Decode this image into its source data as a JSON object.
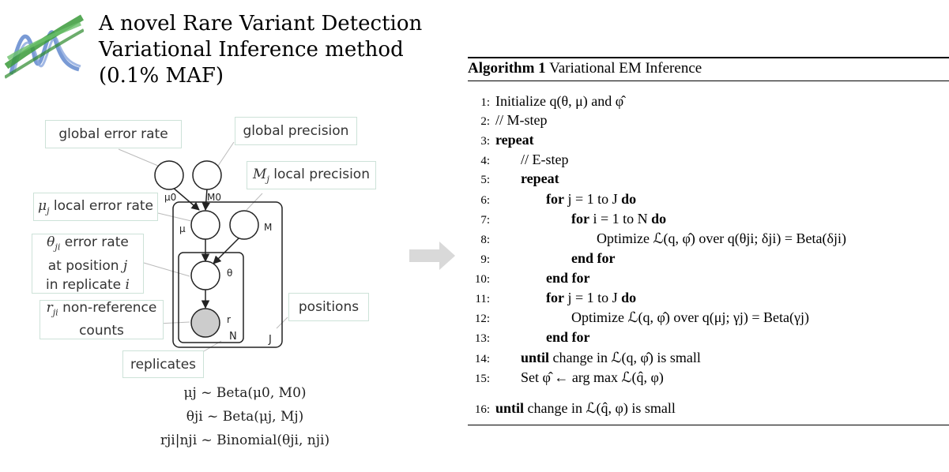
{
  "title": {
    "line1": "A novel Rare Variant Detection",
    "line2": "Variational Inference method",
    "line3": "(0.1% MAF)"
  },
  "callouts": {
    "global_error_rate": "global error rate",
    "global_precision": "global precision",
    "local_precision": "local precision",
    "local_error_rate": "local error rate",
    "error_rate_line1": "error rate",
    "error_rate_line2": "at position",
    "error_rate_line3": "in replicate",
    "nonref_line1": "non-reference",
    "nonref_line2": "counts",
    "positions": "positions",
    "replicates": "replicates"
  },
  "nodes": {
    "mu0": "μ0",
    "M0": "M0",
    "mu": "μ",
    "M": "M",
    "theta": "θ",
    "r": "r"
  },
  "plates": {
    "N": "N",
    "J": "J"
  },
  "equations": [
    "μj ~ Beta(μ0, M0)",
    "θji ~ Beta(μj, Mj)",
    "rji|nji ~ Binomial(θji, nji)"
  ],
  "algorithm": {
    "label": "Algorithm 1",
    "name": "Variational EM Inference",
    "lines": [
      {
        "no": "1:",
        "text": "Initialize q(θ, μ) and φ̂"
      },
      {
        "no": "2:",
        "text": "// M-step"
      },
      {
        "no": "3:",
        "text": "repeat"
      },
      {
        "no": "4:",
        "text": "// E-step"
      },
      {
        "no": "5:",
        "text": "repeat"
      },
      {
        "no": "6:",
        "text": "for j = 1 to J do"
      },
      {
        "no": "7:",
        "text": "for i = 1 to N do"
      },
      {
        "no": "8:",
        "text": "Optimize ℒ(q, φ̂) over q(θji; δji) = Beta(δji)"
      },
      {
        "no": "9:",
        "text": "end for"
      },
      {
        "no": "10:",
        "text": "end for"
      },
      {
        "no": "11:",
        "text": "for j = 1 to J do"
      },
      {
        "no": "12:",
        "text": "Optimize ℒ(q, φ̂) over q(μj; γj) = Beta(γj)"
      },
      {
        "no": "13:",
        "text": "end for"
      },
      {
        "no": "14:",
        "text": "until change in ℒ(q, φ̂) is small"
      },
      {
        "no": "15:",
        "text": "Set φ̂ ← arg max ℒ(q̂, φ)"
      },
      {
        "no": "16:",
        "text": "until change in ℒ(q̂, φ) is small"
      }
    ]
  },
  "colors": {
    "callout_border": "#cde2d8",
    "observed_node": "#cccccc",
    "arrow_gray": "#d9d9d9",
    "logo_green": "#3a9a3a",
    "logo_blue": "#6a8fd0"
  }
}
